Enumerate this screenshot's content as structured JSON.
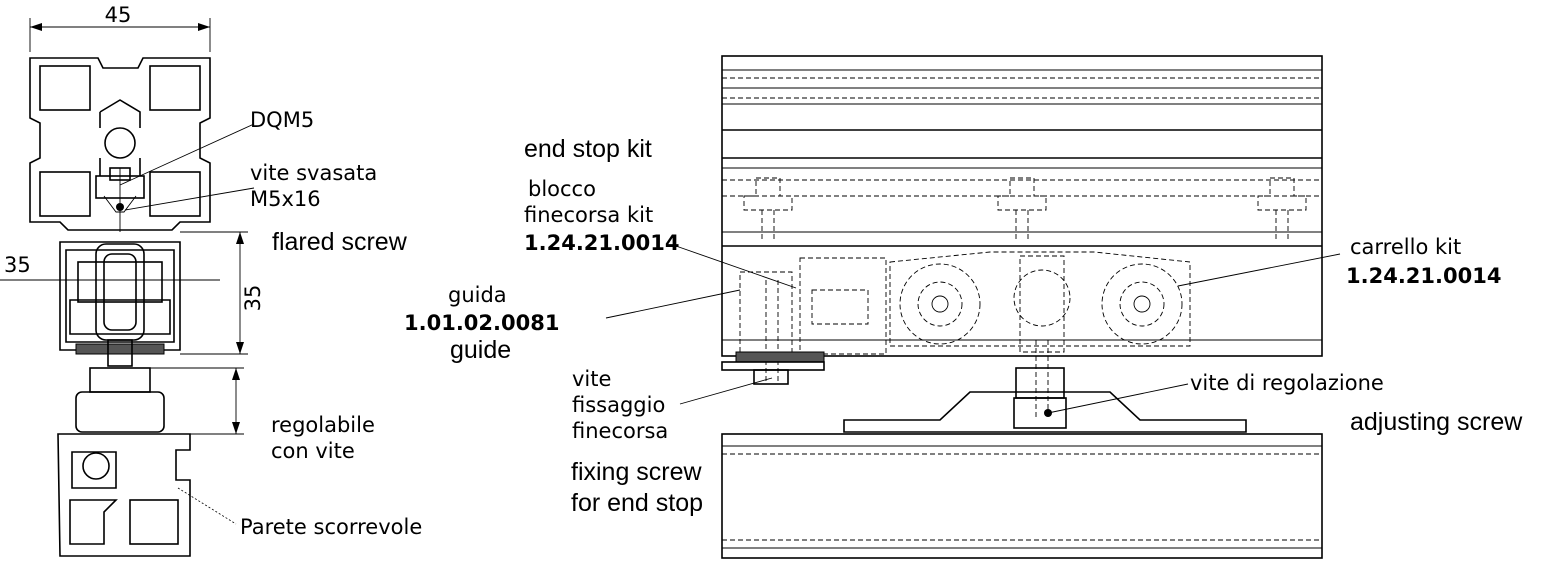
{
  "dimensions": {
    "width_45": "45",
    "height_35": "35",
    "width_35": "35"
  },
  "labels": {
    "dqm5": "DQM5",
    "vite_svasata_1": "vite svasata",
    "vite_svasata_2": "M5x16",
    "flared_screw": "flared screw",
    "regolabile_1": "regolabile",
    "regolabile_2": "con vite",
    "parete_scorrevole": "Parete scorrevole",
    "end_stop_kit": "end stop kit",
    "blocco_1": "blocco",
    "blocco_2": "finecorsa kit",
    "blocco_code": "1.24.21.0014",
    "guida": "guida",
    "guida_code": "1.01.02.0081",
    "guide": "guide",
    "vite_fissaggio_1": "vite",
    "vite_fissaggio_2": "fissaggio",
    "vite_fissaggio_3": "finecorsa",
    "fixing_screw_1": "fixing screw",
    "fixing_screw_2": "for end stop",
    "carrello_kit": "carrello kit",
    "carrello_code": "1.24.21.0014",
    "vite_regolazione": "vite di regolazione",
    "adjusting_screw": "adjusting screw"
  }
}
